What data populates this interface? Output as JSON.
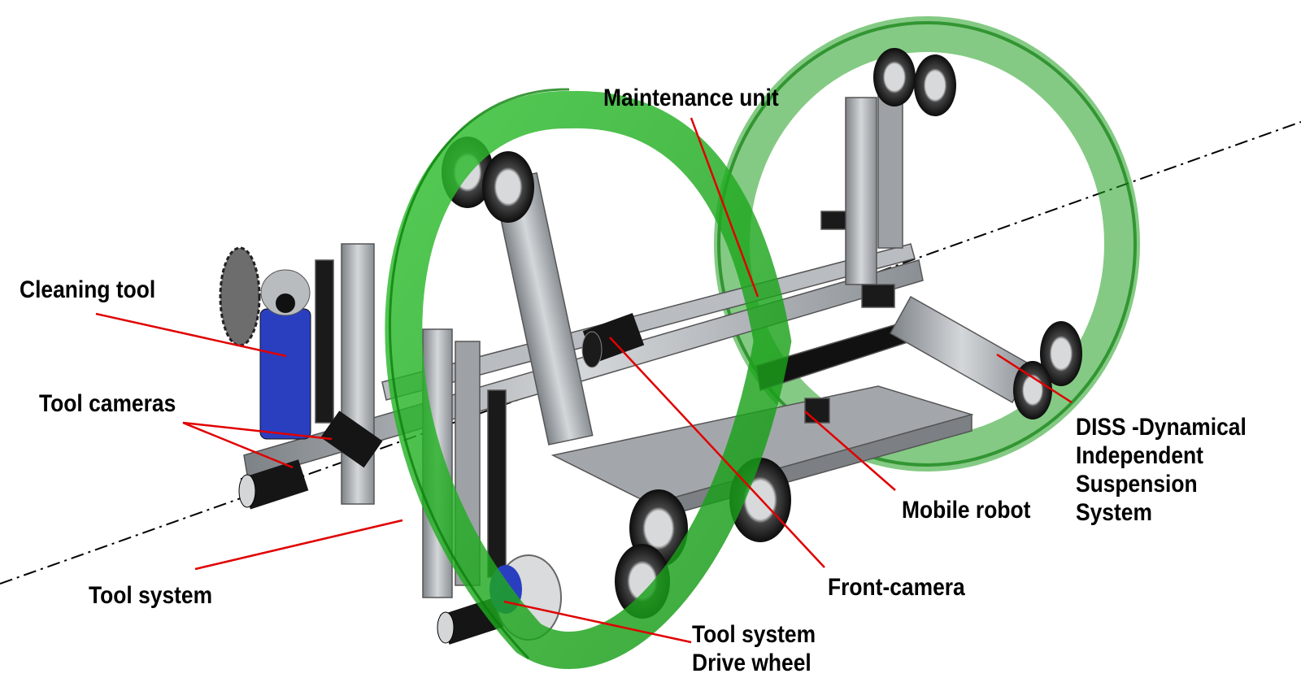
{
  "labels": {
    "maintenance_unit": "Maintenance unit",
    "cleaning_tool": "Cleaning tool",
    "tool_cameras": "Tool cameras",
    "tool_system": "Tool system",
    "diss": [
      "DISS -Dynamical",
      "Independent",
      "Suspension",
      "System"
    ],
    "mobile_robot": "Mobile robot",
    "front_camera": "Front-camera",
    "tool_system_drive_wheel": [
      "Tool system",
      "Drive wheel"
    ]
  },
  "colors": {
    "leader_line": "#e00000",
    "ring": "#22aa22",
    "frame": "#a8acb0",
    "dark_parts": "#1a1a1a",
    "blue_part": "#2a3fc0"
  },
  "icons": {
    "cleaning_tool": "circular-saw-icon",
    "wheel": "wheel-icon",
    "camera": "camera-icon"
  }
}
